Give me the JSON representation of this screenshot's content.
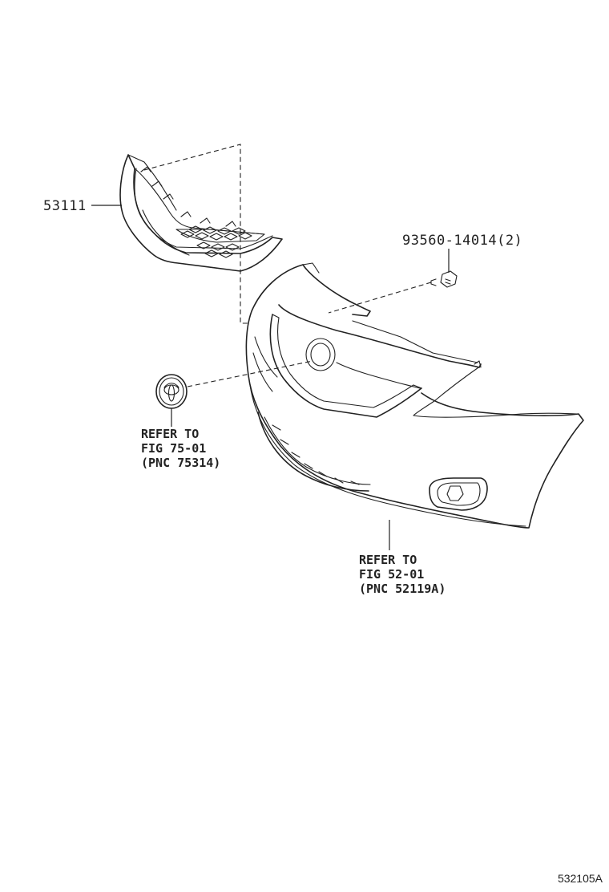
{
  "parts": {
    "grille": {
      "part_number": "53111"
    },
    "clip": {
      "part_number": "93560-14014(2)"
    }
  },
  "references": {
    "emblem": {
      "line1": "REFER TO",
      "line2": "FIG 75-01",
      "line3": "(PNC 75314)"
    },
    "bumper": {
      "line1": "REFER TO",
      "line2": "FIG 52-01",
      "line3": "(PNC 52119A)"
    }
  },
  "figure_id": "532105A"
}
